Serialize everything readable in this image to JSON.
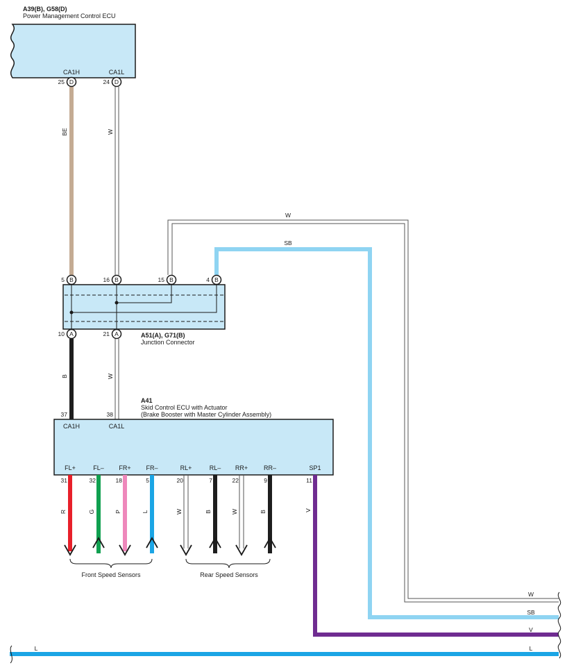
{
  "colors": {
    "ecu_fill": "#c8e8f7",
    "BE": "#c4ab93",
    "B": "#1e1e1e",
    "W": "#ffffff",
    "SB": "#8fd4f2",
    "L": "#1ba5e5",
    "V": "#6f2c91",
    "R": "#e8202a",
    "G": "#10a050",
    "P": "#ee88bb"
  },
  "pm_ecu": {
    "code": "A39(B), G58(D)",
    "name": "Power Management Control ECU",
    "term_h": "CA1H",
    "term_l": "CA1L",
    "pin_h": "25",
    "pin_l": "24",
    "conn_h": "D",
    "conn_l": "D"
  },
  "junction": {
    "code": "A51(A), G71(B)",
    "name": "Junction Connector",
    "top_pins": [
      {
        "num": "5",
        "conn": "B"
      },
      {
        "num": "16",
        "conn": "B"
      },
      {
        "num": "15",
        "conn": "B"
      },
      {
        "num": "4",
        "conn": "B"
      }
    ],
    "bottom_pins": [
      {
        "num": "10",
        "conn": "A"
      },
      {
        "num": "21",
        "conn": "A"
      }
    ]
  },
  "skid_ecu": {
    "code": "A41",
    "name": "Skid Control ECU with Actuator",
    "sub": "(Brake Booster with Master Cylinder Assembly)",
    "term_h": "CA1H",
    "term_l": "CA1L",
    "pin_h": "37",
    "pin_l": "38",
    "bottom_terms": [
      {
        "term": "FL+",
        "pin": "31",
        "wire": "R"
      },
      {
        "term": "FL–",
        "pin": "32",
        "wire": "G"
      },
      {
        "term": "FR+",
        "pin": "18",
        "wire": "P"
      },
      {
        "term": "FR–",
        "pin": "5",
        "wire": "L"
      },
      {
        "term": "RL+",
        "pin": "20",
        "wire": "W"
      },
      {
        "term": "RL–",
        "pin": "7",
        "wire": "B"
      },
      {
        "term": "RR+",
        "pin": "22",
        "wire": "W"
      },
      {
        "term": "RR–",
        "pin": "9",
        "wire": "B"
      },
      {
        "term": "SP1",
        "pin": "11",
        "wire": "V"
      }
    ]
  },
  "wire_labels": {
    "pm_h": "BE",
    "pm_l": "W",
    "top_w": "W",
    "top_sb": "SB",
    "jc_b": "B",
    "jc_w": "W",
    "right_w": "W",
    "right_sb": "SB",
    "right_v": "V",
    "bottom_l_left": "L",
    "bottom_l_right": "L"
  },
  "groups": {
    "front": "Front Speed Sensors",
    "rear": "Rear Speed Sensors"
  }
}
